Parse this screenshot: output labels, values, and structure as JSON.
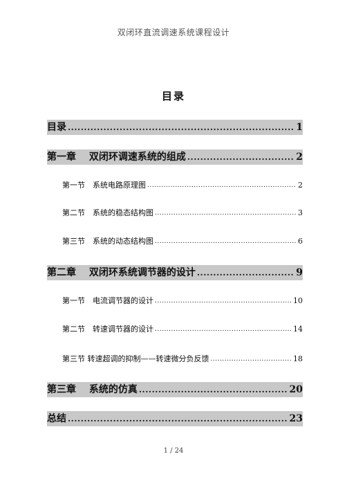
{
  "header": {
    "text": "双闭环直流调速系统课程设计"
  },
  "toc": {
    "title": "目录",
    "entries": [
      {
        "label": "目录",
        "page": "1"
      },
      {
        "label": "第一章　 双闭环调速系统的组成",
        "page": "2"
      },
      {
        "label": "第一节　系统电路原理图",
        "page": "2"
      },
      {
        "label": "第二节　系统的稳态结构图",
        "page": "3"
      },
      {
        "label": "第三节　系统的动态结构图",
        "page": "6"
      },
      {
        "label": "第二章　 双闭环系统调节器的设计",
        "page": "9"
      },
      {
        "label": "第一节　电流调节器的设计",
        "page": "10"
      },
      {
        "label": "第二节　转速调节器的设计",
        "page": "14"
      },
      {
        "label": "第三节 转速超调的抑制——转速微分负反馈",
        "page": "18"
      },
      {
        "label": "第三章　 系统的仿真",
        "page": "20"
      },
      {
        "label": "总结",
        "page": "23"
      }
    ]
  },
  "footer": {
    "page_indicator": "1 / 24"
  }
}
